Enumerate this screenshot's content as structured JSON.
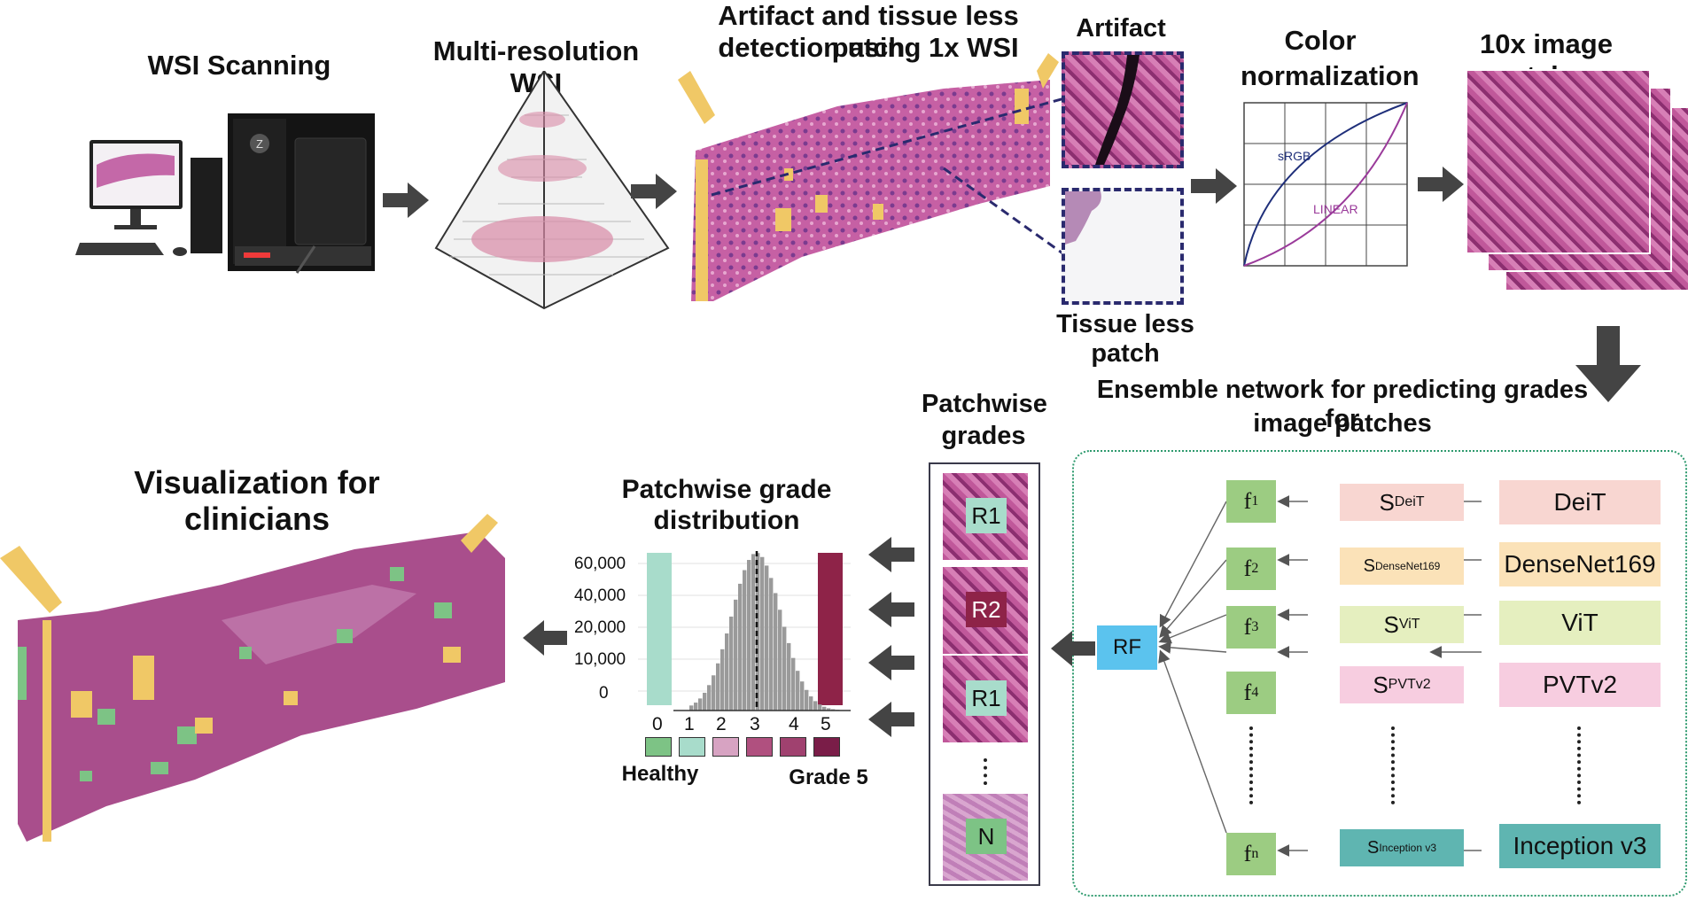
{
  "titles": {
    "wsi_scanning": "WSI Scanning",
    "multires": "Multi-resolution WSI",
    "artifact_detection_1": "Artifact and tissue less patch",
    "artifact_detection_2": "detection using 1x WSI",
    "artifact": "Artifact",
    "tissue_less": "Tissue less patch",
    "color_norm_1": "Color",
    "color_norm_2": "normalization",
    "patches_10x": "10x image patches",
    "ensemble_1": "Ensemble network for predicting grades for",
    "ensemble_2": "image patches",
    "patchwise_grades_1": "Patchwise",
    "patchwise_grades_2": "grades",
    "distribution": "Patchwise grade distribution",
    "visualization": "Visualization for clinicians"
  },
  "color_chart": {
    "srgb": "sRGB",
    "linear": "LINEAR"
  },
  "grades": {
    "p1": "R1",
    "p2": "R2",
    "p3": "R1",
    "p4": "N"
  },
  "ensemble": {
    "rf": "RF",
    "rows": [
      {
        "f": "f",
        "fsub": "1",
        "s": "S",
        "ssub": "DeiT",
        "model": "DeiT",
        "color": "#f8d6d1"
      },
      {
        "f": "f",
        "fsub": "2",
        "s": "S",
        "ssub": "DenseNet169",
        "model": "DenseNet169",
        "color": "#fbe2b8"
      },
      {
        "f": "f",
        "fsub": "3",
        "s": "S",
        "ssub": "ViT",
        "model": "ViT",
        "color": "#e5efbf"
      },
      {
        "f": "f",
        "fsub": "4",
        "s": "S",
        "ssub": "PVTv2",
        "model": "PVTv2",
        "color": "#f7cde0"
      },
      {
        "f": "f",
        "fsub": "n",
        "s": "S",
        "ssub": "Inception v3",
        "model": "Inception v3",
        "color": "#5fb5b1"
      }
    ]
  },
  "chart_data": {
    "type": "bar",
    "y_ticks": [
      "60,000",
      "40,000",
      "20,000",
      "10,000",
      "0"
    ],
    "x_ticks": [
      "0",
      "1",
      "2",
      "3",
      "4",
      "5"
    ],
    "legend_left": "Healthy",
    "legend_right": "Grade 5",
    "legend_colors": [
      "#7dc385",
      "#a8dccb",
      "#d7a3c2",
      "#b0507f",
      "#a0416f",
      "#7a1d48"
    ]
  },
  "colors": {
    "accent_teal": "#2e9a6e",
    "rf_blue": "#5bc3ee",
    "arrow": "#444444"
  }
}
